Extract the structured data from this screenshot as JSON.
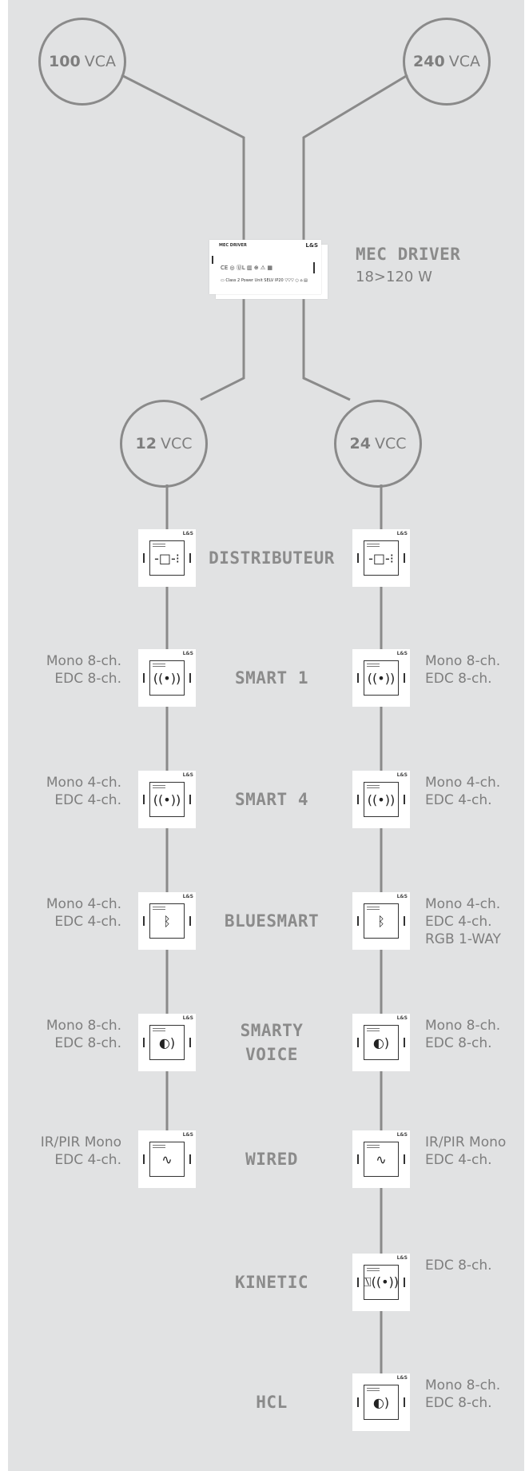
{
  "inputs": {
    "left": {
      "value": "100",
      "unit": "VCA"
    },
    "right": {
      "value": "240",
      "unit": "VCA"
    }
  },
  "driver": {
    "title": "MEC DRIVER",
    "power": "18>120 W",
    "sheet_title": "MEC DRIVER",
    "brand": "L&S",
    "marks_row1": "CE ◎  ⓊL ▥ ⊕ ⚠ ▦",
    "marks_row2": "▭ Class 2 Power Unit  SELV IP20 ▽▽▽ ○ ⌂ ▤"
  },
  "outputs": {
    "left": {
      "value": "12",
      "unit": "VCC"
    },
    "right": {
      "value": "24",
      "unit": "VCC"
    }
  },
  "module_brand": "L&S",
  "modules": [
    {
      "name": "DISTRIBUTEUR",
      "left": "",
      "right": "",
      "icon": "distributor-icon",
      "glyph": "-□-⁝"
    },
    {
      "name": "SMART 1",
      "left": "Mono 8-ch.\nEDC 8-ch.",
      "right": "Mono 8-ch.\nEDC 8-ch.",
      "icon": "wireless-icon",
      "glyph": "((•))"
    },
    {
      "name": "SMART 4",
      "left": "Mono 4-ch.\nEDC 4-ch.",
      "right": "Mono 4-ch.\nEDC 4-ch.",
      "icon": "wireless-icon",
      "glyph": "((•))"
    },
    {
      "name": "BLUESMART",
      "left": "Mono 4-ch.\nEDC 4-ch.",
      "right": "Mono 4-ch.\nEDC 4-ch.\nRGB 1-WAY",
      "icon": "bluetooth-icon",
      "glyph": "ᛒ"
    },
    {
      "name": "SMARTY\nVOICE",
      "left": "Mono 8-ch.\nEDC 8-ch.",
      "right": "Mono 8-ch.\nEDC 8-ch.",
      "icon": "voice-icon",
      "glyph": "◐)"
    },
    {
      "name": "WIRED",
      "left": "IR/PIR Mono\nEDC 4-ch.",
      "right": "IR/PIR Mono\nEDC 4-ch.",
      "icon": "sine-wave-icon",
      "glyph": "∿"
    },
    {
      "name": "KINETIC",
      "left": "",
      "right": "EDC 8-ch.",
      "icon": "kinetic-icon",
      "glyph": "⍂((•))"
    },
    {
      "name": "HCL",
      "left": "",
      "right": "Mono 8-ch.\nEDC 8-ch.",
      "icon": "voice-icon",
      "glyph": "◐)"
    }
  ],
  "colors": {
    "panel": "#e1e2e3",
    "line": "#8a8a8a",
    "text": "#7e7e7e"
  }
}
